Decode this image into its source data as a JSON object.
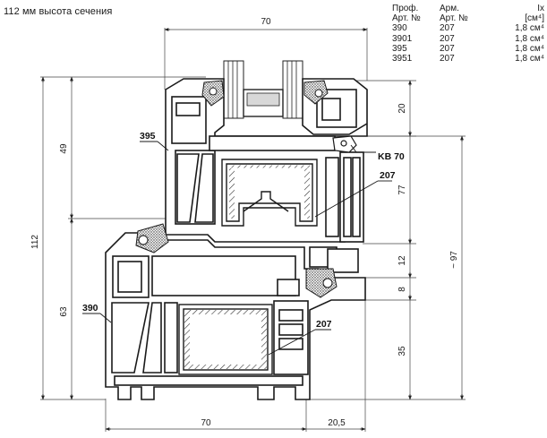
{
  "title": "112 мм  высота сечения",
  "spec_table": {
    "headers": [
      [
        "Проф.",
        "Арм.",
        "Ix"
      ],
      [
        "Арт. №",
        "Арт. №",
        "[см⁴]"
      ]
    ],
    "rows": [
      [
        "390",
        "207",
        "1,8 см⁴"
      ],
      [
        "3901",
        "207",
        "1,8 см⁴"
      ],
      [
        "395",
        "207",
        "1,8 см⁴"
      ],
      [
        "3951",
        "207",
        "1,8 см⁴"
      ]
    ]
  },
  "dimensions": {
    "top_width": "70",
    "bottom_width": "70",
    "bottom_offset": "20,5",
    "total_height": "112",
    "upper_height": "49",
    "lower_height": "63",
    "right_glass": "20",
    "right_sash": "77",
    "right_rebate": "12",
    "right_small": "8",
    "right_frame": "35",
    "right_total": "~ 97"
  },
  "labels": {
    "sash_profile": "395",
    "frame_profile": "390",
    "gasket": "KB 70",
    "reinforcement_upper": "207",
    "reinforcement_lower": "207"
  }
}
